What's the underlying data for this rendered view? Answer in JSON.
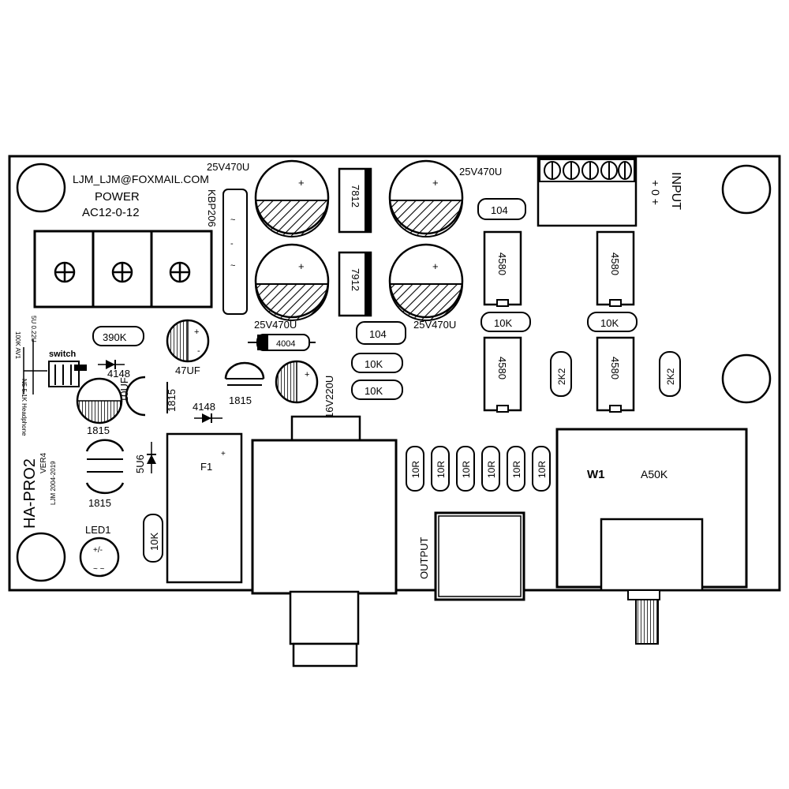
{
  "board": {
    "email": "LJM_LJM@FOXMAIL.COM",
    "power_title": "POWER",
    "power_spec": "AC12-0-12",
    "model": "HA-PRO2",
    "version": "VER4",
    "copyright": "LJM 2004-2019",
    "input_label": "INPUT",
    "input_pins": "+ 0 +",
    "output_label": "OUTPUT",
    "switch_label": "switch",
    "switch_side_a": "100K  AV1",
    "switch_side_b": "5U  0.22U",
    "switch_side_c": "N5  5.1K  Headphone"
  },
  "components": {
    "bridge": "KBP206",
    "cap_25v_tl": "25V470U",
    "cap_25v_tr": "25V470U",
    "cap_25v_bl": "25V470U",
    "cap_25v_br": "25V470U",
    "reg_1": "7812",
    "reg_2": "7912",
    "r_104_top": "104",
    "r_104_mid": "104",
    "diode_4004": "4004",
    "r_390k": "390K",
    "cap_47uf": "47UF",
    "diode_4148_a": "4148",
    "diode_4148_b": "4148",
    "cap_10uf": "10UF",
    "tr_1815_a": "1815",
    "tr_1815_b": "1815",
    "tr_1815_c": "1815",
    "tr_1815_d": "1815",
    "cap_16v": "16V220U",
    "r_10k_a": "10K",
    "r_10k_b": "10K",
    "r_10k_c": "10K",
    "r_10k_d": "10K",
    "r_10k_e": "10K",
    "ic_4580_a": "4580",
    "ic_4580_b": "4580",
    "ic_4580_c": "4580",
    "ic_4580_d": "4580",
    "r_2k2_a": "2K2",
    "r_2k2_b": "2K2",
    "zener": "5U6",
    "fuse": "F1",
    "led": "LED1",
    "r_10r_1": "10R",
    "r_10r_2": "10R",
    "r_10r_3": "10R",
    "r_10r_4": "10R",
    "r_10r_5": "10R",
    "r_10r_6": "10R",
    "pot_ref": "W1",
    "pot_value": "A50K"
  }
}
